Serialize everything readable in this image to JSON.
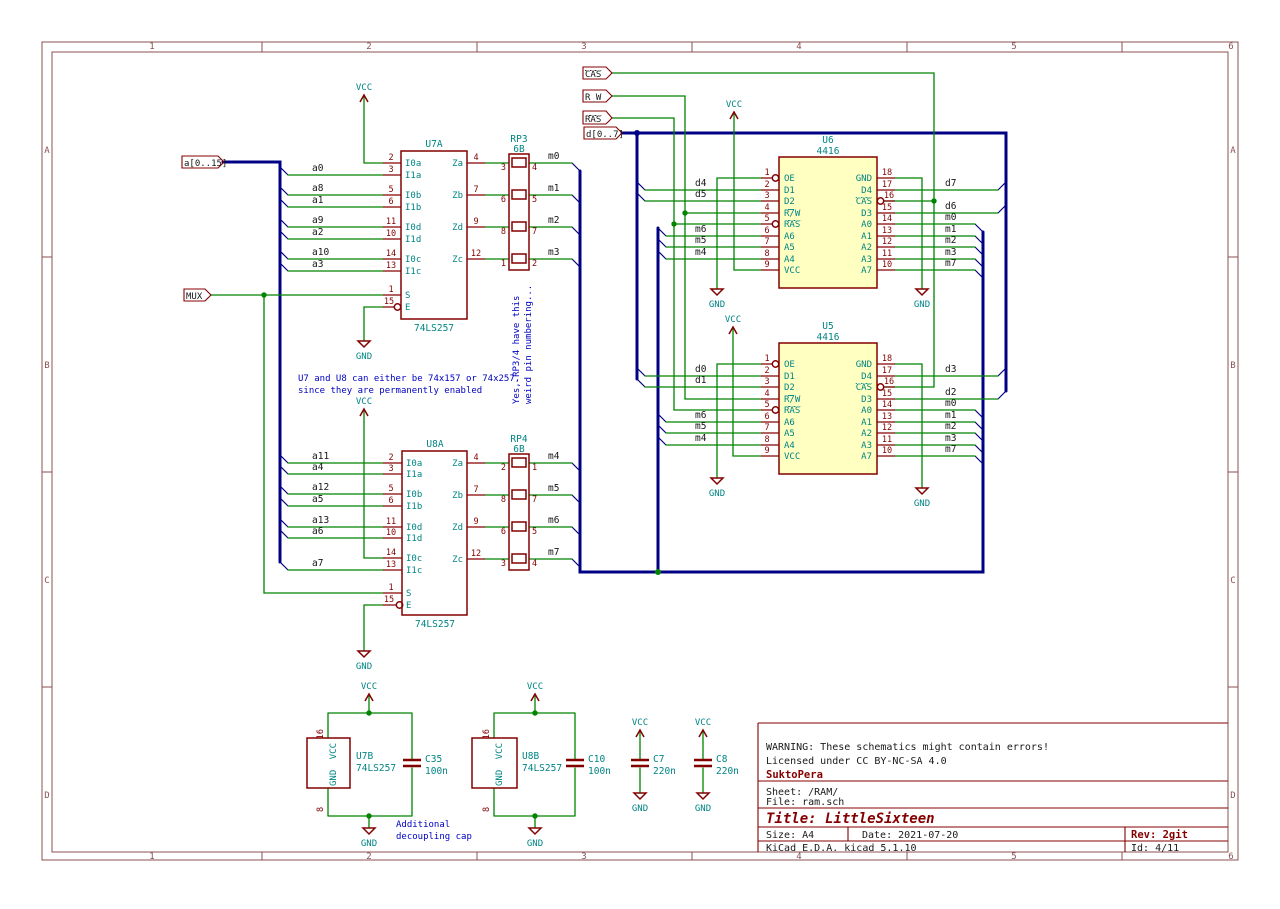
{
  "frame": {
    "cols": [
      "1",
      "2",
      "3",
      "4",
      "5",
      "6"
    ],
    "rows": [
      "A",
      "B",
      "C",
      "D"
    ]
  },
  "hier_labels": {
    "a_bus": "a[0..15]",
    "d_bus": "d[0..7]",
    "mux": "MUX",
    "cas": "CAS",
    "rw": "R_W",
    "ras": "RAS"
  },
  "power": {
    "vcc": "VCC",
    "gnd": "GND"
  },
  "ics": {
    "u7a": {
      "ref": "U7A",
      "value": "74LS257",
      "left": [
        {
          "n": "2",
          "t": "I0a"
        },
        {
          "n": "3",
          "t": "I1a"
        },
        {
          "n": "5",
          "t": "I0b"
        },
        {
          "n": "6",
          "t": "I1b"
        },
        {
          "n": "11",
          "t": "I0d"
        },
        {
          "n": "10",
          "t": "I1d"
        },
        {
          "n": "14",
          "t": "I0c"
        },
        {
          "n": "13",
          "t": "I1c"
        },
        {
          "n": "1",
          "t": "S"
        },
        {
          "n": "15",
          "t": "E"
        }
      ],
      "right": [
        {
          "n": "4",
          "t": "Za"
        },
        {
          "n": "7",
          "t": "Zb"
        },
        {
          "n": "9",
          "t": "Zd"
        },
        {
          "n": "12",
          "t": "Zc"
        }
      ]
    },
    "u8a": {
      "ref": "U8A",
      "value": "74LS257",
      "left": [
        {
          "n": "2",
          "t": "I0a"
        },
        {
          "n": "3",
          "t": "I1a"
        },
        {
          "n": "5",
          "t": "I0b"
        },
        {
          "n": "6",
          "t": "I1b"
        },
        {
          "n": "11",
          "t": "I0d"
        },
        {
          "n": "10",
          "t": "I1d"
        },
        {
          "n": "14",
          "t": "I0c"
        },
        {
          "n": "13",
          "t": "I1c"
        },
        {
          "n": "1",
          "t": "S"
        },
        {
          "n": "15",
          "t": "E"
        }
      ],
      "right": [
        {
          "n": "4",
          "t": "Za"
        },
        {
          "n": "7",
          "t": "Zb"
        },
        {
          "n": "9",
          "t": "Zd"
        },
        {
          "n": "12",
          "t": "Zc"
        }
      ]
    },
    "u6": {
      "ref": "U6",
      "value": "4416",
      "left": [
        {
          "n": "1",
          "t": "OE"
        },
        {
          "n": "2",
          "t": "D1"
        },
        {
          "n": "3",
          "t": "D2"
        },
        {
          "n": "4",
          "t": "R/W"
        },
        {
          "n": "5",
          "t": "RAS"
        },
        {
          "n": "6",
          "t": "A6"
        },
        {
          "n": "7",
          "t": "A5"
        },
        {
          "n": "8",
          "t": "A4"
        },
        {
          "n": "9",
          "t": "VCC"
        }
      ],
      "right": [
        {
          "n": "18",
          "t": "GND"
        },
        {
          "n": "17",
          "t": "D4"
        },
        {
          "n": "16",
          "t": "CAS"
        },
        {
          "n": "15",
          "t": "D3"
        },
        {
          "n": "14",
          "t": "A0"
        },
        {
          "n": "13",
          "t": "A1"
        },
        {
          "n": "12",
          "t": "A2"
        },
        {
          "n": "11",
          "t": "A3"
        },
        {
          "n": "10",
          "t": "A7"
        }
      ]
    },
    "u5": {
      "ref": "U5",
      "value": "4416",
      "left": [
        {
          "n": "1",
          "t": "OE"
        },
        {
          "n": "2",
          "t": "D1"
        },
        {
          "n": "3",
          "t": "D2"
        },
        {
          "n": "4",
          "t": "R/W"
        },
        {
          "n": "5",
          "t": "RAS"
        },
        {
          "n": "6",
          "t": "A6"
        },
        {
          "n": "7",
          "t": "A5"
        },
        {
          "n": "8",
          "t": "A4"
        },
        {
          "n": "9",
          "t": "VCC"
        }
      ],
      "right": [
        {
          "n": "18",
          "t": "GND"
        },
        {
          "n": "17",
          "t": "D4"
        },
        {
          "n": "16",
          "t": "CAS"
        },
        {
          "n": "15",
          "t": "D3"
        },
        {
          "n": "14",
          "t": "A0"
        },
        {
          "n": "13",
          "t": "A1"
        },
        {
          "n": "12",
          "t": "A2"
        },
        {
          "n": "11",
          "t": "A3"
        },
        {
          "n": "10",
          "t": "A7"
        }
      ]
    },
    "rp3": {
      "ref": "RP3",
      "value": "6B",
      "left": [
        "3",
        "6",
        "8",
        "1"
      ],
      "right": [
        "4",
        "5",
        "7",
        "2"
      ]
    },
    "rp4": {
      "ref": "RP4",
      "value": "6B",
      "left": [
        "2",
        "8",
        "6",
        "3"
      ],
      "right": [
        "1",
        "7",
        "5",
        "4"
      ]
    }
  },
  "nets": {
    "u7a_in": [
      "a0",
      "a8",
      "a1",
      "a9",
      "a2",
      "a10",
      "a3"
    ],
    "u8a_in": [
      "a11",
      "a4",
      "a12",
      "a5",
      "a13",
      "a6",
      "a7"
    ],
    "rp3_out": [
      "m0",
      "m1",
      "m2",
      "m3"
    ],
    "rp4_out": [
      "m4",
      "m5",
      "m6",
      "m7"
    ],
    "u6_left": [
      "d4",
      "d5",
      "m6",
      "m5",
      "m4"
    ],
    "u6_right": [
      "d7",
      "d6",
      "m0",
      "m1",
      "m2",
      "m3",
      "m7"
    ],
    "u5_left": [
      "d0",
      "d1",
      "m6",
      "m5",
      "m4"
    ],
    "u5_right": [
      "d3",
      "d2",
      "m0",
      "m1",
      "m2",
      "m3",
      "m7"
    ]
  },
  "decoupling": {
    "u7b": {
      "ref": "U7B",
      "value": "74LS257",
      "pin_top": "16",
      "pin_bottom": "8",
      "name_top": "VCC",
      "name_bottom": "GND"
    },
    "u8b": {
      "ref": "U8B",
      "value": "74LS257",
      "pin_top": "16",
      "pin_bottom": "8",
      "name_top": "VCC",
      "name_bottom": "GND"
    },
    "c35": {
      "ref": "C35",
      "value": "100n"
    },
    "c10": {
      "ref": "C10",
      "value": "100n"
    },
    "c7": {
      "ref": "C7",
      "value": "220n"
    },
    "c8": {
      "ref": "C8",
      "value": "220n"
    }
  },
  "notes": {
    "mux1": "U7 and U8 can either be 74x157 or 74x257,",
    "mux2": "since they are permanently enabled",
    "rp1": "Yes, RP3/4 have this",
    "rp2": "weird pin numbering...",
    "decap1": "Additional",
    "decap2": "decoupling cap"
  },
  "title_block": {
    "warning": "WARNING: These schematics might contain errors!",
    "license": "Licensed under CC BY-NC-SA 4.0",
    "company": "SuktoPera",
    "sheet": "Sheet: /RAM/",
    "file": "File: ram.sch",
    "title": "Title: LittleSixteen",
    "size": "Size: A4",
    "date": "Date: 2021-07-20",
    "rev": "Rev: 2git",
    "tool": "KiCad E.D.A.  kicad 5.1.10",
    "id": "Id: 4/11"
  },
  "colors": {
    "wire": "#008400",
    "bus": "#000084",
    "component": "#840000",
    "pin_name": "#008484",
    "note": "#0000c2",
    "chip_fill": "#ffffc2"
  }
}
